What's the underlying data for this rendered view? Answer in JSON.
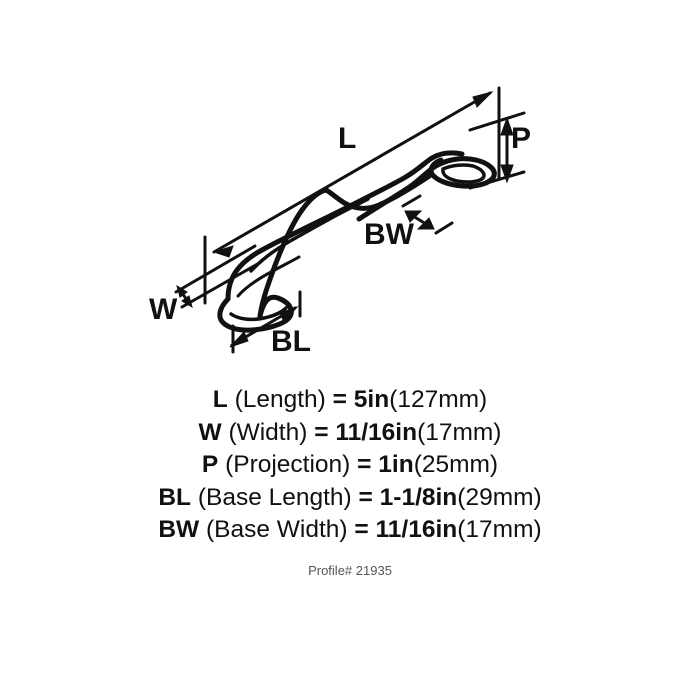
{
  "product": {
    "type": "cabinet-pull-handle-technical-drawing",
    "profile_number_label": "Profile# 21935"
  },
  "drawing": {
    "labels": {
      "length": "L",
      "projection": "P",
      "base_width": "BW",
      "width": "W",
      "base_length": "BL"
    }
  },
  "specs": [
    {
      "abbr": "L",
      "name": "(Length)",
      "equals": "=",
      "imperial": "5in",
      "metric": "(127mm)"
    },
    {
      "abbr": "W",
      "name": "(Width)",
      "equals": "=",
      "imperial": "11/16in",
      "metric": "(17mm)"
    },
    {
      "abbr": "P",
      "name": "(Projection)",
      "equals": "=",
      "imperial": "1in",
      "metric": "(25mm)"
    },
    {
      "abbr": "BL",
      "name": "(Base Length)",
      "equals": "=",
      "imperial": "1-1/8in",
      "metric": "(29mm)"
    },
    {
      "abbr": "BW",
      "name": "(Base Width)",
      "equals": "=",
      "imperial": "11/16in",
      "metric": "(17mm)"
    }
  ],
  "colors": {
    "background": "#ffffff",
    "line": "#111111",
    "text": "#111111",
    "profile_text": "#555555"
  }
}
